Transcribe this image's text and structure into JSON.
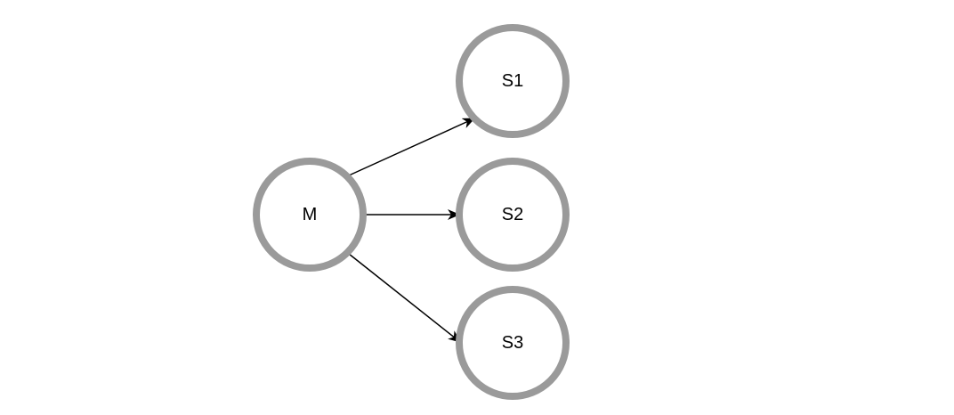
{
  "diagram": {
    "nodes": [
      {
        "id": "M",
        "label": "M"
      },
      {
        "id": "S1",
        "label": "S1"
      },
      {
        "id": "S2",
        "label": "S2"
      },
      {
        "id": "S3",
        "label": "S3"
      }
    ],
    "edges": [
      {
        "from": "M",
        "to": "S1"
      },
      {
        "from": "M",
        "to": "S2"
      },
      {
        "from": "M",
        "to": "S3"
      }
    ],
    "colors": {
      "node_stroke": "#9a9a9a",
      "node_fill": "#ffffff",
      "edge": "#000000",
      "text": "#000000"
    }
  }
}
